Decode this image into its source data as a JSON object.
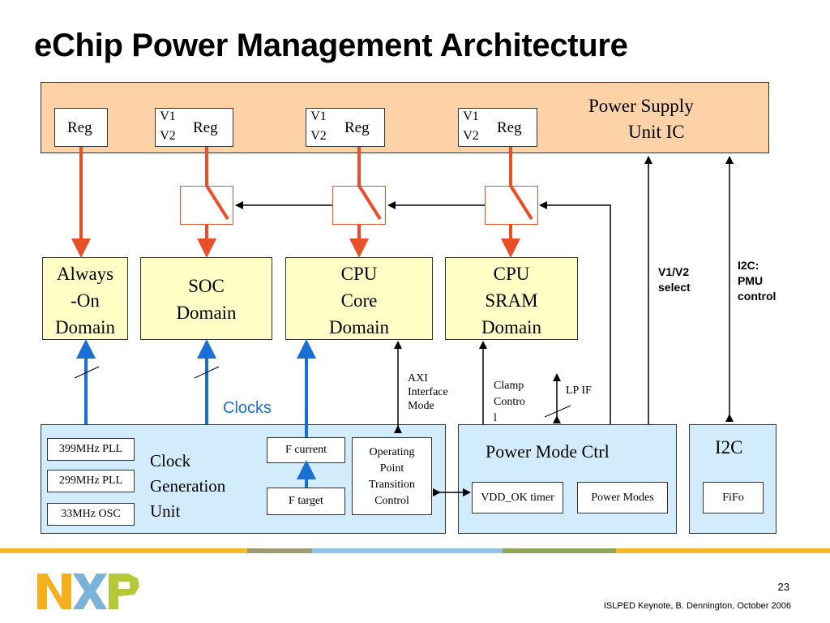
{
  "slide": {
    "title": "eChip Power Management Architecture",
    "page_number": "23",
    "credit": "ISLPED Keynote, B. Dennington, October 2006"
  },
  "psu": {
    "title_line1": "Power Supply",
    "title_line2": "Unit IC",
    "reg_label": "Reg",
    "v1_label": "V1",
    "v2_label": "V2"
  },
  "domains": {
    "always_on": [
      "Always",
      "-On",
      "Domain"
    ],
    "soc": [
      "SOC",
      "Domain"
    ],
    "cpu_core": [
      "CPU",
      "Core",
      "Domain"
    ],
    "cpu_sram": [
      "CPU",
      "SRAM",
      "Domain"
    ]
  },
  "signals": {
    "v1v2_select": [
      "V1/V2",
      "select"
    ],
    "i2c_pmu": [
      "I2C:",
      "PMU",
      "control"
    ],
    "axi": [
      "AXI",
      "Interface",
      "Mode"
    ],
    "clamp": [
      "Clamp",
      "Contro",
      "l"
    ],
    "lp_if": "LP IF",
    "clocks": "Clocks"
  },
  "clock_gen": {
    "pll1": "399MHz PLL",
    "pll2": "299MHz PLL",
    "osc": "33MHz OSC",
    "label": [
      "Clock",
      "Generation",
      "Unit"
    ],
    "f_current": "F current",
    "f_target": "F target",
    "optc": [
      "Operating",
      "Point",
      "Transition",
      "Control"
    ]
  },
  "power_mode": {
    "title": "Power Mode Ctrl",
    "vdd_ok": "VDD_OK timer",
    "modes": "Power Modes"
  },
  "i2c": {
    "title": "I2C",
    "fifo": "FiFo"
  },
  "colors": {
    "psu_fill": "#fcd2a6",
    "domain_fill": "#ffffc6",
    "clock_fill": "#d3ecfb",
    "red_arrow": "#e8502a",
    "blue_arrow": "#1a6fd4",
    "clocks_text": "#1a6fd4"
  }
}
